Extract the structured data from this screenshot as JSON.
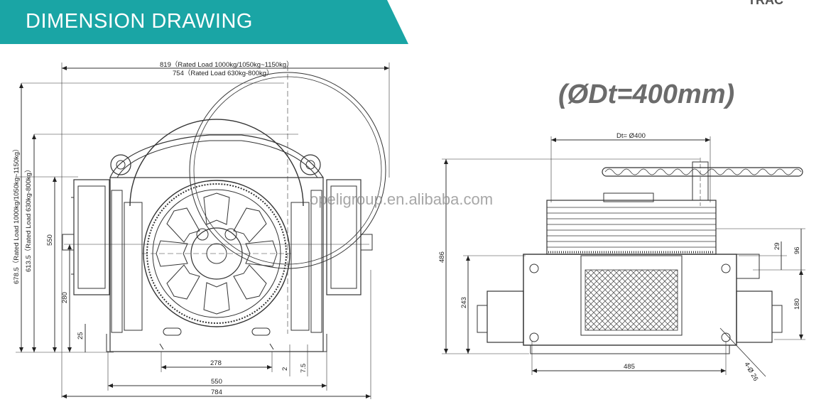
{
  "header": {
    "title": "DIMENSION DRAWING",
    "color": "#1aa5a5",
    "corner_fragment": "TRAC"
  },
  "diameter_heading": "(ØDt=400mm)",
  "watermark": "opeligroup.en.alibaba.com",
  "front_view": {
    "overall_width_label_a": "819（Rated Load 1000kg/1050kg~1150kg）",
    "overall_width_label_b": "754（Rated Load 630kg-800kg）",
    "height_label_a": "678.5（Rated Load 1000kg/1050kg~1150kg）",
    "height_label_b": "613.5（Rated Load 630kg-800kg）",
    "height_550": "550",
    "height_280": "280",
    "height_25": "25",
    "width_278": "278",
    "width_550": "550",
    "width_784": "784",
    "dim_2": "2",
    "dim_7_5": "7.5"
  },
  "side_view": {
    "sheave_label": "Dt= Ø400",
    "height_486": "486",
    "height_243": "243",
    "width_485": "485",
    "dim_29": "29",
    "dim_96": "96",
    "dim_180": "180",
    "hole_label": "4-Ø 26"
  }
}
